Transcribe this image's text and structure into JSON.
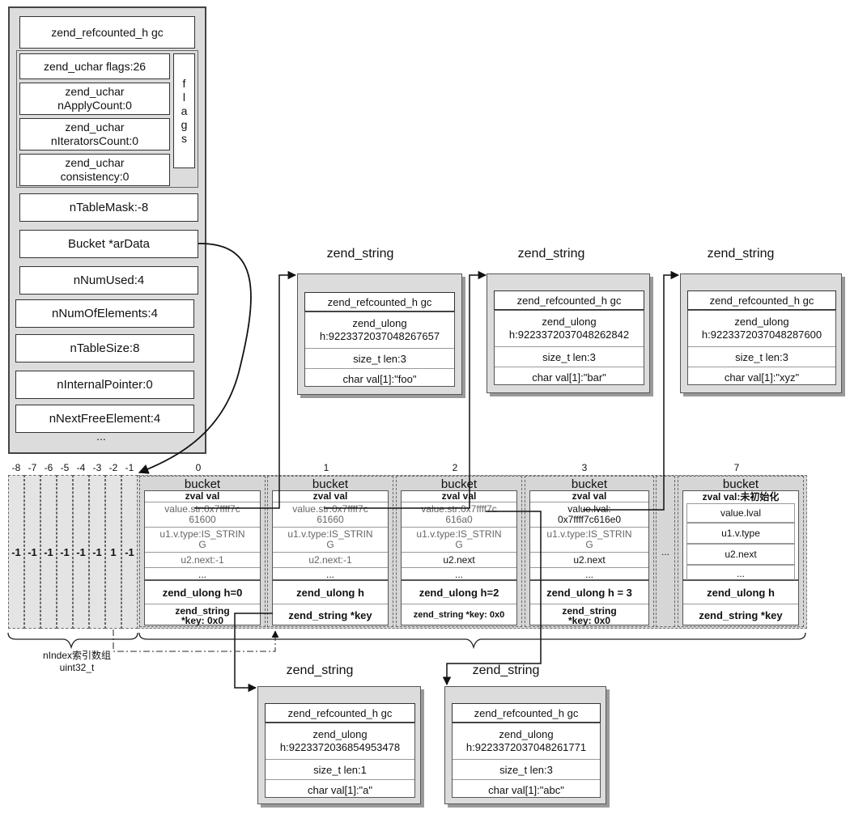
{
  "hashtable": {
    "gc": "zend_refcounted_h gc",
    "flags": "zend_uchar flags:26",
    "apply_count": "zend_uchar\nnApplyCount:0",
    "iterators_count": "zend_uchar\nnIteratorsCount:0",
    "consistency": "zend_uchar\nconsistency:0",
    "flags_side_label": "f\nl\na\ng\ns",
    "table_mask": "nTableMask:-8",
    "ar_data": "Bucket *arData",
    "num_used": "nNumUsed:4",
    "num_of_elements": "nNumOfElements:4",
    "table_size": "nTableSize:8",
    "internal_pointer": "nInternalPointer:0",
    "next_free_element": "nNextFreeElement:4",
    "ellipsis": "..."
  },
  "index_array": {
    "indices": [
      "-8",
      "-7",
      "-6",
      "-5",
      "-4",
      "-3",
      "-2",
      "-1"
    ],
    "values": [
      "-1",
      "-1",
      "-1",
      "-1",
      "-1",
      "-1",
      "1",
      "-1"
    ],
    "label": "nIndex索引数组\nuint32_t"
  },
  "buckets": [
    {
      "index": "0",
      "title": "bucket",
      "zval": "zval val",
      "value": "value.str:0x7ffff7c\n61600",
      "type": "u1.v.type:IS_STRIN\nG",
      "next": "u2.next:-1",
      "extra": "...",
      "h": "zend_ulong h=0",
      "key": "zend_string\n*key: 0x0"
    },
    {
      "index": "1",
      "title": "bucket",
      "zval": "zval val",
      "value": "value.str:0x7ffff7c\n61660",
      "type": "u1.v.type:IS_STRIN\nG",
      "next": "u2.next:-1",
      "extra": "...",
      "h": "zend_ulong h",
      "key": "zend_string *key"
    },
    {
      "index": "2",
      "title": "bucket",
      "zval": "zval val",
      "value": "value.str:0x7ffff7c\n616a0",
      "type": "u1.v.type:IS_STRIN\nG",
      "next": "u2.next",
      "extra": "...",
      "h": "zend_ulong h=2",
      "key": "zend_string *key: 0x0"
    },
    {
      "index": "3",
      "title": "bucket",
      "zval": "zval val",
      "value": "value.lval:\n0x7ffff7c616e0",
      "type": "u1.v.type:IS_STRIN\nG",
      "next": "u2.next",
      "extra": "...",
      "h": "zend_ulong h = 3",
      "key": "zend_string\n*key: 0x0"
    },
    {
      "index": "7",
      "title": "bucket",
      "zval": "zval val:未初始化",
      "value": "value.lval",
      "type": "u1.v.type",
      "next": "u2.next",
      "extra": "...",
      "h": "zend_ulong h",
      "key": "zend_string *key"
    }
  ],
  "gap_ellipsis": "...",
  "strings": [
    {
      "title": "zend_string",
      "gc": "zend_refcounted_h gc",
      "h": "zend_ulong\nh:9223372037048267657",
      "len": "size_t len:3",
      "val": "char val[1]:\"foo\""
    },
    {
      "title": "zend_string",
      "gc": "zend_refcounted_h gc",
      "h": "zend_ulong\nh:9223372037048262842",
      "len": "size_t len:3",
      "val": "char val[1]:\"bar\""
    },
    {
      "title": "zend_string",
      "gc": "zend_refcounted_h gc",
      "h": "zend_ulong\nh:9223372037048287600",
      "len": "size_t len:3",
      "val": "char val[1]:\"xyz\""
    },
    {
      "title": "zend_string",
      "gc": "zend_refcounted_h gc",
      "h": "zend_ulong\nh:9223372036854953478",
      "len": "size_t len:1",
      "val": "char val[1]:\"a\""
    },
    {
      "title": "zend_string",
      "gc": "zend_refcounted_h gc",
      "h": "zend_ulong\nh:9223372037048261771",
      "len": "size_t len:3",
      "val": "char val[1]:\"abc\""
    }
  ]
}
